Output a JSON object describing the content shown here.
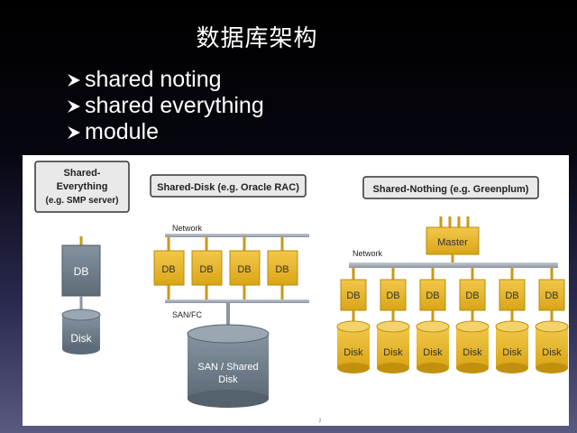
{
  "title": "数据库架构",
  "bullets": [
    "shared noting",
    "shared everything",
    "module"
  ],
  "diagram": {
    "shared_everything": {
      "title_line1": "Shared-",
      "title_line2": "Everything",
      "title_line3": "(e.g. SMP server)",
      "db": "DB",
      "disk": "Disk"
    },
    "shared_disk": {
      "title": "Shared-Disk (e.g. Oracle RAC)",
      "network": "Network",
      "san_fc": "SAN/FC",
      "db": "DB",
      "san_line1": "SAN / Shared",
      "san_line2": "Disk"
    },
    "shared_nothing": {
      "title": "Shared-Nothing (e.g. Greenplum)",
      "network": "Network",
      "master": "Master",
      "db": "DB",
      "disk": "Disk"
    },
    "page_mark": "2"
  },
  "colors": {
    "yellow": "#e6b31e",
    "yellow_dark": "#b98a0e",
    "gray_box": "#6e7d8a",
    "network_bar": "#9fa7b3",
    "title_box": "#e6e6e6"
  }
}
